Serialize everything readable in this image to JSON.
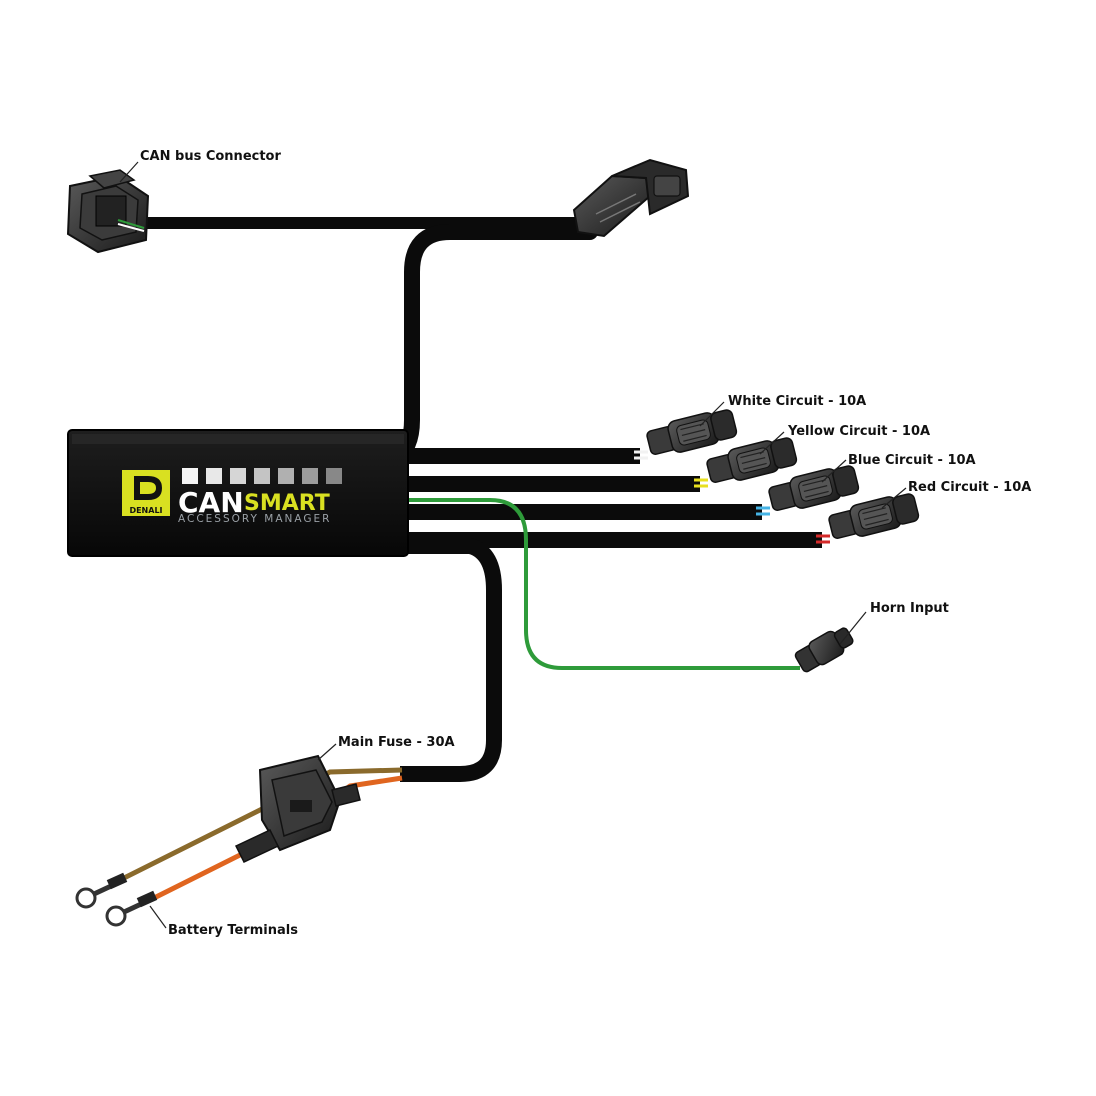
{
  "colors": {
    "cable": "#0b0b0b",
    "module": "#121212",
    "accent_yellow": "#d9e021",
    "horn_wire": "#2e9b3a",
    "fuse_wire_orange": "#e0651f",
    "fuse_wire_brown": "#8a6a2c"
  },
  "module": {
    "logo_text": "DENALI",
    "brand_can": "CAN",
    "brand_smart": "SMART",
    "subtitle": "ACCESSORY MANAGER"
  },
  "labels": {
    "can_bus": "CAN bus Connector",
    "white": "White Circuit - 10A",
    "yellow": "Yellow Circuit - 10A",
    "blue": "Blue Circuit - 10A",
    "red": "Red Circuit - 10A",
    "horn": "Horn Input",
    "fuse": "Main Fuse - 30A",
    "battery": "Battery Terminals"
  },
  "circuits": [
    {
      "name": "White Circuit",
      "rating": "10A",
      "color": "#f2f2f2"
    },
    {
      "name": "Yellow Circuit",
      "rating": "10A",
      "color": "#e8e020"
    },
    {
      "name": "Blue Circuit",
      "rating": "10A",
      "color": "#46b4e6"
    },
    {
      "name": "Red Circuit",
      "rating": "10A",
      "color": "#d42a2a"
    }
  ],
  "icons": [
    "denali-logo-icon",
    "can-bus-connector-icon",
    "harness-plug-icon",
    "fuse-holder-icon",
    "ring-terminal-icon"
  ]
}
